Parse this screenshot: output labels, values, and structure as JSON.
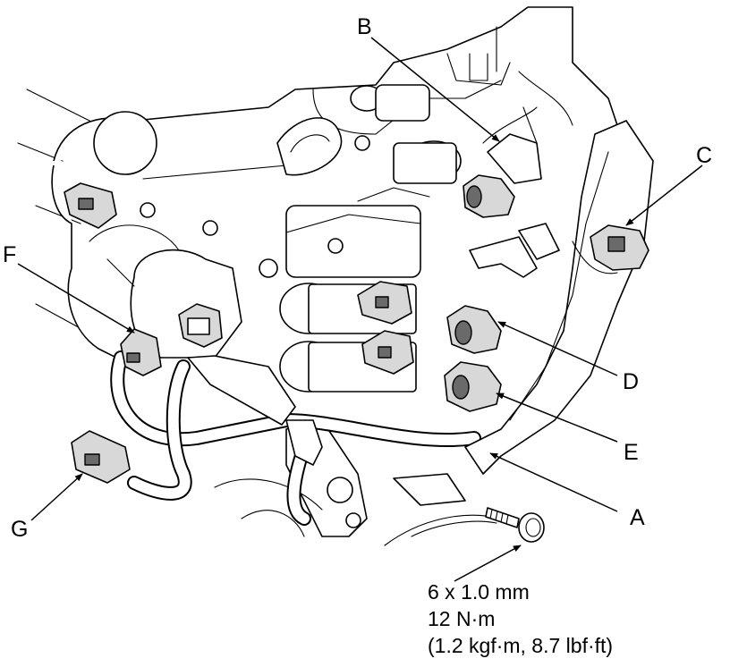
{
  "callouts": {
    "A": "A",
    "B": "B",
    "C": "C",
    "D": "D",
    "E": "E",
    "F": "F",
    "G": "G"
  },
  "bolt_spec": {
    "size": "6 x 1.0 mm",
    "torque_nm": "12 N·m",
    "torque_alt": "(1.2 kgf·m, 8.7 lbf·ft)"
  }
}
